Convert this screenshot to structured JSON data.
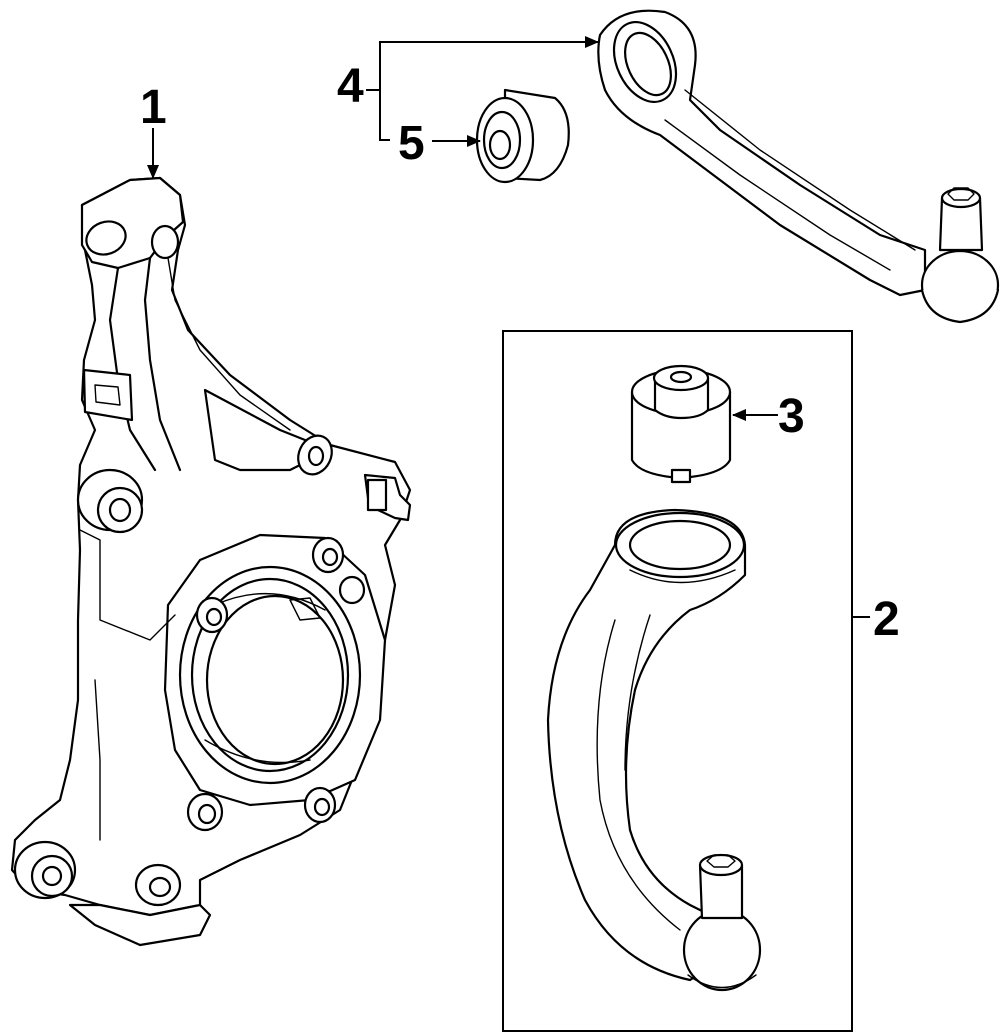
{
  "callouts": {
    "c1": "1",
    "c2": "2",
    "c3": "3",
    "c4": "4",
    "c5": "5"
  },
  "parts": {
    "p1": "steering-knuckle",
    "p2": "lower-control-arm-assembly",
    "p3": "control-arm-bushing",
    "p4": "upper-control-arm",
    "p5": "upper-arm-bushing"
  },
  "colors": {
    "line": "#000000",
    "background": "#ffffff"
  }
}
